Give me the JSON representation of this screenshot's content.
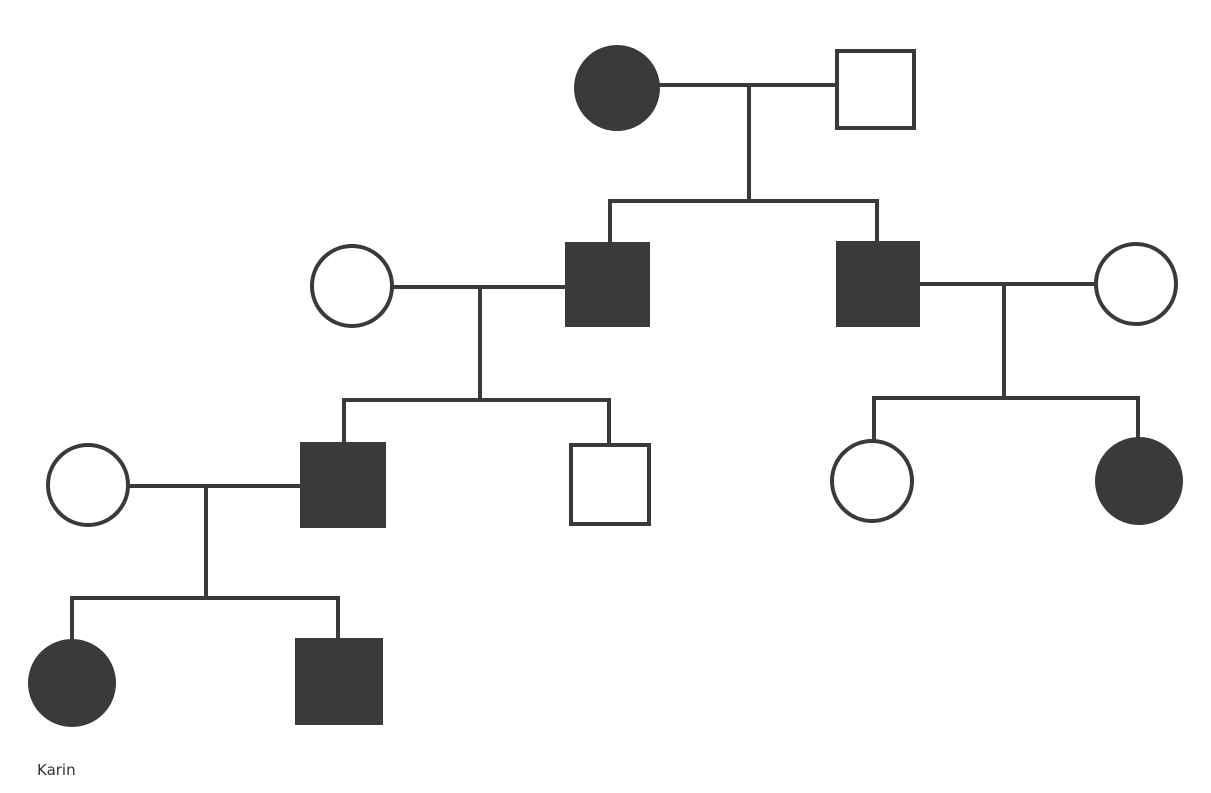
{
  "diagram": {
    "type": "pedigree",
    "colors": {
      "affected": "#3a3a3a",
      "unaffected": "#ffffff",
      "line": "#3a3a3a"
    },
    "individuals": {
      "g1_mother": {
        "sex": "female",
        "affected": true
      },
      "g1_father": {
        "sex": "male",
        "affected": false
      },
      "g2_wife_left": {
        "sex": "female",
        "affected": false
      },
      "g2_son_left": {
        "sex": "male",
        "affected": true
      },
      "g2_son_right": {
        "sex": "male",
        "affected": true
      },
      "g2_wife_right": {
        "sex": "female",
        "affected": false
      },
      "g3_wife": {
        "sex": "female",
        "affected": false
      },
      "g3_son_affected": {
        "sex": "male",
        "affected": true
      },
      "g3_son_unaffected": {
        "sex": "male",
        "affected": false
      },
      "g3_daughter_unaffected": {
        "sex": "female",
        "affected": false
      },
      "g3_daughter_affected": {
        "sex": "female",
        "affected": true
      },
      "g4_karin": {
        "sex": "female",
        "affected": true,
        "name": "Karin"
      },
      "g4_son": {
        "sex": "male",
        "affected": true
      }
    }
  }
}
